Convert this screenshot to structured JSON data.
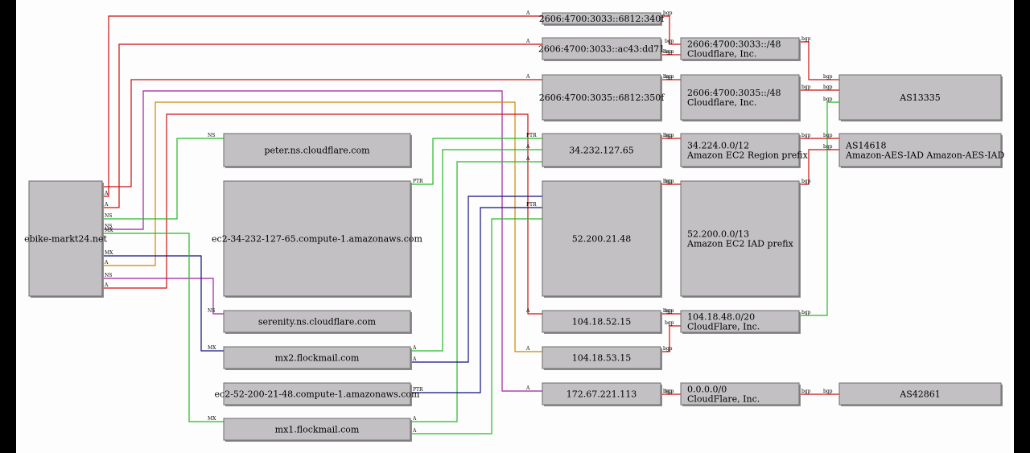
{
  "colors": {
    "background": "#fdfdfd",
    "frame": "#000000",
    "node_fill": "#c2c0c3",
    "node_border": "#6a6a6a",
    "edge_red": "#cc1010",
    "edge_green": "#22bb22",
    "edge_purple": "#a020a0",
    "edge_orange": "#cc8800",
    "edge_navy": "#101080",
    "edge_crimson": "#c40028"
  },
  "nodes": {
    "domain": [
      "ebike-markt24.net"
    ],
    "peter_ns": [
      "peter.ns.cloudflare.com"
    ],
    "ec2_34": [
      "ec2-34-232-127-65.compute-1.amazonaws.com"
    ],
    "serenity_ns": [
      "serenity.ns.cloudflare.com"
    ],
    "mx2": [
      "mx2.flockmail.com"
    ],
    "ec2_52": [
      "ec2-52-200-21-48.compute-1.amazonaws.com"
    ],
    "mx1": [
      "mx1.flockmail.com"
    ],
    "ip6_340f": [
      "2606:4700:3033::6812:340f"
    ],
    "ip6_dd71": [
      "2606:4700:3033::ac43:dd71"
    ],
    "ip6_350f": [
      "2606:4700:3035::6812:350f"
    ],
    "ip_34": [
      "34.232.127.65"
    ],
    "ip_52": [
      "52.200.21.48"
    ],
    "ip_104_52": [
      "104.18.52.15"
    ],
    "ip_104_53": [
      "104.18.53.15"
    ],
    "ip_172": [
      "172.67.221.113"
    ],
    "pfx_3033": [
      "2606:4700:3033::/48",
      "Cloudflare, Inc."
    ],
    "pfx_3035": [
      "2606:4700:3035::/48",
      "Cloudflare, Inc."
    ],
    "pfx_34": [
      "34.224.0.0/12",
      "Amazon EC2 Region prefix"
    ],
    "pfx_52": [
      "52.200.0.0/13",
      "Amazon EC2 IAD prefix"
    ],
    "pfx_104": [
      "104.18.48.0/20",
      "CloudFlare, Inc."
    ],
    "pfx_0": [
      "0.0.0.0/0",
      "CloudFlare, Inc."
    ],
    "as13335": [
      "AS13335"
    ],
    "as14618": [
      "AS14618",
      "Amazon-AES-IAD Amazon-AES-IAD"
    ],
    "as42861": [
      "AS42861"
    ]
  },
  "edge_labels": {
    "a": "A",
    "ns": "NS",
    "mx": "MX",
    "ptr": "PTR",
    "bgp": "bgp"
  }
}
